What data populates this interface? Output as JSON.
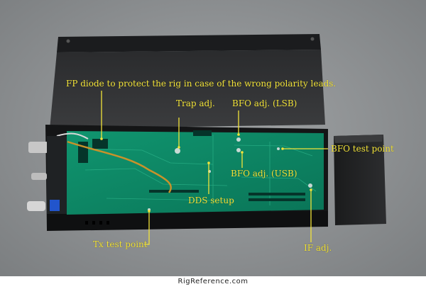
{
  "labels": {
    "fp_diode": "FP diode to protect the rig in case of the wrong polarity leads.",
    "trap_adj": "Trap adj.",
    "bfo_lsb": "BFO adj. (LSB)",
    "bfo_test_point": "BFO test point",
    "bfo_usb": "BFO adj. (USB)",
    "dds_setup": "DDS setup",
    "tx_test_point": "Tx test point",
    "if_adj": "IF adj."
  },
  "footer": {
    "watermark": "RigReference.com"
  },
  "colors": {
    "label": "#f2e33a",
    "board": "#0d8a6a",
    "case": "#1d1e20",
    "background": "#8c8f91"
  }
}
